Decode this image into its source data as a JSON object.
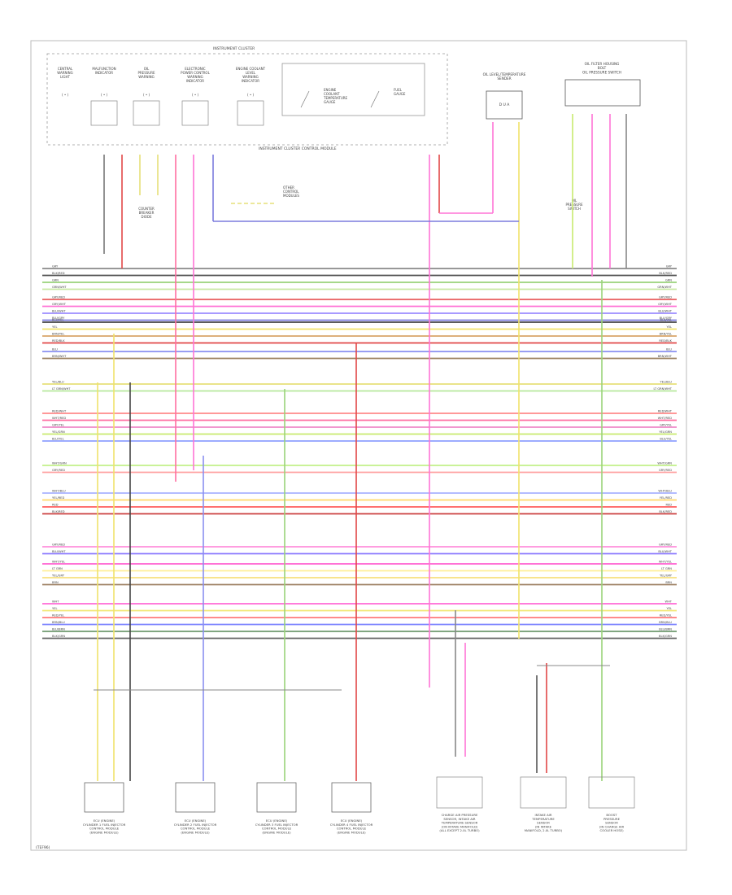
{
  "title_box": "INSTRUMENT CLUSTER",
  "top_items": [
    {
      "id": "t0",
      "label": [
        "CENTRAL",
        "WARNING",
        "LIGHT"
      ],
      "tag": "( • )"
    },
    {
      "id": "t1",
      "label": [
        "MALFUNCTION",
        "INDICATOR"
      ],
      "tag": "( • )"
    },
    {
      "id": "t2",
      "label": [
        "OIL",
        "PRESSURE",
        "WARNING"
      ],
      "tag": "( • )"
    },
    {
      "id": "t3",
      "label": [
        "ELECTRONIC",
        "POWER CONTROL",
        "WARNING",
        "INDICATOR"
      ],
      "tag": "( • )"
    },
    {
      "id": "t4",
      "label": [
        "ENGINE COOLANT",
        "LEVEL",
        "WARNING",
        "INDICATOR"
      ],
      "tag": "( • )"
    }
  ],
  "gauges": [
    {
      "id": "g0",
      "label": [
        "ENGINE",
        "COOLANT",
        "TEMPERATURE",
        "GAUGE"
      ]
    },
    {
      "id": "g1",
      "label": [
        "FUEL",
        "GAUGE"
      ]
    }
  ],
  "cluster_module_label": "INSTRUMENT CLUSTER CONTROL MODULE",
  "right_top": [
    {
      "id": "r0",
      "label": [
        "OIL LEVEL/TEMPERATURE",
        "SENDER"
      ],
      "inner": "D U A"
    },
    {
      "id": "r1",
      "label": [
        "OIL FILTER HOUSING",
        "BOLT",
        "OIL PRESSURE SWITCH"
      ]
    }
  ],
  "small_labels": {
    "counter_breaker": [
      "COUNTER",
      "BREAKER",
      "DIODE"
    ],
    "other_modules": [
      "OTHER",
      "CONTROL",
      "MODULES"
    ],
    "oil_pressure_sw": [
      "OIL",
      "PRESSURE",
      "SWITCH"
    ]
  },
  "wire_rows": [
    {
      "label": "GRY",
      "color": "#8a8a8a"
    },
    {
      "label": "BLK/RED",
      "color": "#555555"
    },
    {
      "label": "GRN",
      "color": "#9ad37a"
    },
    {
      "label": "GRN/WHT",
      "color": "#c9e7a3"
    },
    {
      "label": "GRY/RED",
      "color": "#e85d5d"
    },
    {
      "label": "GRY/WHT",
      "color": "#ff74d6"
    },
    {
      "label": "BLU/WHT",
      "color": "#9b8cff"
    },
    {
      "label": "BLU/GRY",
      "color": "#7b7bdd"
    },
    {
      "label": "BLK/YEL",
      "color": "#444444"
    },
    {
      "label": "YEL",
      "color": "#f0e36a"
    },
    {
      "label": "BRN/YEL",
      "color": "#d8a46a"
    },
    {
      "label": "RED/BLK",
      "color": "#e14747"
    },
    {
      "label": "BLU",
      "color": "#8a8ff0"
    },
    {
      "label": "BRN/WHT",
      "color": "#9d8363"
    },
    {
      "label": "YEL/BLU",
      "color": "#e6e07a"
    },
    {
      "label": "LT GRN/WHT",
      "color": "#b7e99d"
    },
    {
      "label": "RED/WHT",
      "color": "#ff8a8a"
    },
    {
      "label": "WHT/RED",
      "color": "#ff6fa1"
    },
    {
      "label": "GRY/YEL",
      "color": "#ef88c8"
    },
    {
      "label": "YEL/GRN",
      "color": "#c8ea6e"
    },
    {
      "label": "BLU/YEL",
      "color": "#8fa0ff"
    },
    {
      "label": "WHT/GRN",
      "color": "#c3f089"
    },
    {
      "label": "GRY/RED",
      "color": "#ffa0a0"
    },
    {
      "label": "WHT/BLU",
      "color": "#a8b3ff"
    },
    {
      "label": "YEL/RED",
      "color": "#ffd96a"
    },
    {
      "label": "RED",
      "color": "#ff5c5c"
    },
    {
      "label": "BLK/RED",
      "color": "#cc4040"
    },
    {
      "label": "GRY/RED",
      "color": "#ff8fdc"
    },
    {
      "label": "BLU/WHT",
      "color": "#8e7bff"
    },
    {
      "label": "WHT/YEL",
      "color": "#ff5ed1"
    },
    {
      "label": "LT GRN",
      "color": "#ffef99"
    },
    {
      "label": "YEL/GRY",
      "color": "#f7e07e"
    },
    {
      "label": "BRN",
      "color": "#a08468"
    },
    {
      "label": "WHT",
      "color": "#ff6ad6"
    },
    {
      "label": "YEL",
      "color": "#f2e772"
    },
    {
      "label": "RED/YEL",
      "color": "#ff7a7a"
    },
    {
      "label": "BRN/BLU",
      "color": "#7f86ff"
    },
    {
      "label": "BLU/BRN",
      "color": "#6f9a6f"
    },
    {
      "label": "BLK/GRN",
      "color": "#666666"
    }
  ],
  "bottom_modules": [
    {
      "id": "b0",
      "label": [
        "ECU (ENGINE)",
        "CYLINDER 1 FUEL INJECTOR",
        "CONTROL MODULE",
        "(ENGINE MODULE)"
      ]
    },
    {
      "id": "b1",
      "label": [
        "ECU (ENGINE)",
        "CYLINDER 2 FUEL INJECTOR",
        "CONTROL MODULE",
        "(ENGINE MODULE)"
      ]
    },
    {
      "id": "b2",
      "label": [
        "ECU (ENGINE)",
        "CYLINDER 3 FUEL INJECTOR",
        "CONTROL MODULE",
        "(ENGINE MODULE)"
      ]
    },
    {
      "id": "b3",
      "label": [
        "ECU (ENGINE)",
        "CYLINDER 4 FUEL INJECTOR",
        "CONTROL MODULE",
        "(ENGINE MODULE)"
      ]
    },
    {
      "id": "b4",
      "label": [
        "CHARGE AIR PRESSURE",
        "SENSOR, INTAKE AIR",
        "TEMPERATURE SENSOR",
        "(ON INTAKE MANIFOLD)",
        "(ALL EXCEPT 2.0L TURBO)"
      ]
    },
    {
      "id": "b5",
      "label": [
        "INTAKE AIR",
        "TEMPERATURE",
        "SENSOR",
        "(IN INTAKE",
        "MANIFOLD, 2.0L TURBO)"
      ]
    },
    {
      "id": "b6",
      "label": [
        "BOOST",
        "PRESSURE",
        "SENSOR",
        "(IN CHARGE AIR",
        "COOLER HOSE)"
      ]
    }
  ],
  "footer_code": "(TEF96)"
}
